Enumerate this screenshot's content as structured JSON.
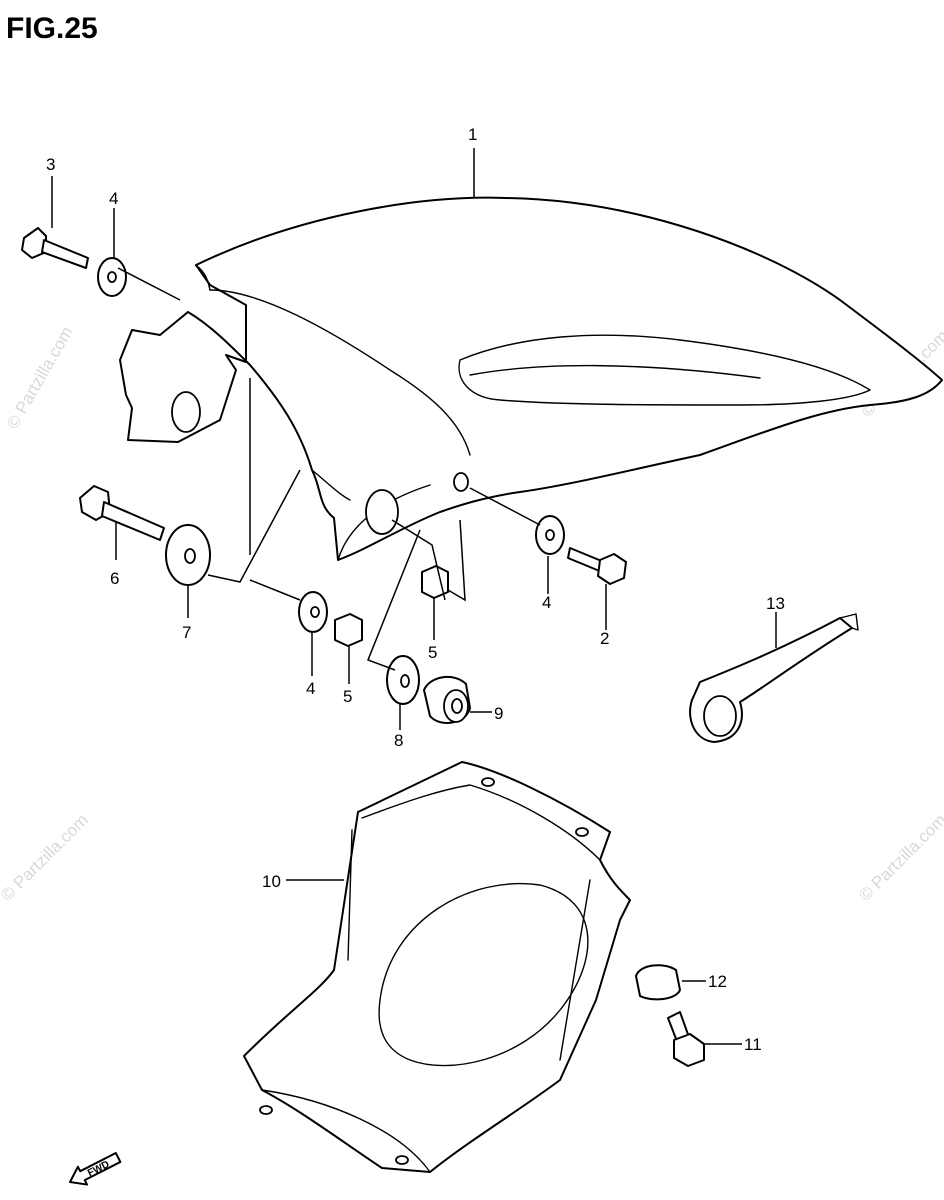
{
  "figure": {
    "title": "FIG.25"
  },
  "callouts": {
    "c1": "1",
    "c2": "2",
    "c3": "3",
    "c4a": "4",
    "c4b": "4",
    "c4c": "4",
    "c5a": "5",
    "c5b": "5",
    "c6": "6",
    "c7": "7",
    "c8": "8",
    "c9": "9",
    "c10": "10",
    "c11": "11",
    "c12": "12",
    "c13": "13"
  },
  "watermark": {
    "text": "© Partzilla.com"
  },
  "direction_badge": {
    "label": "FWD"
  }
}
